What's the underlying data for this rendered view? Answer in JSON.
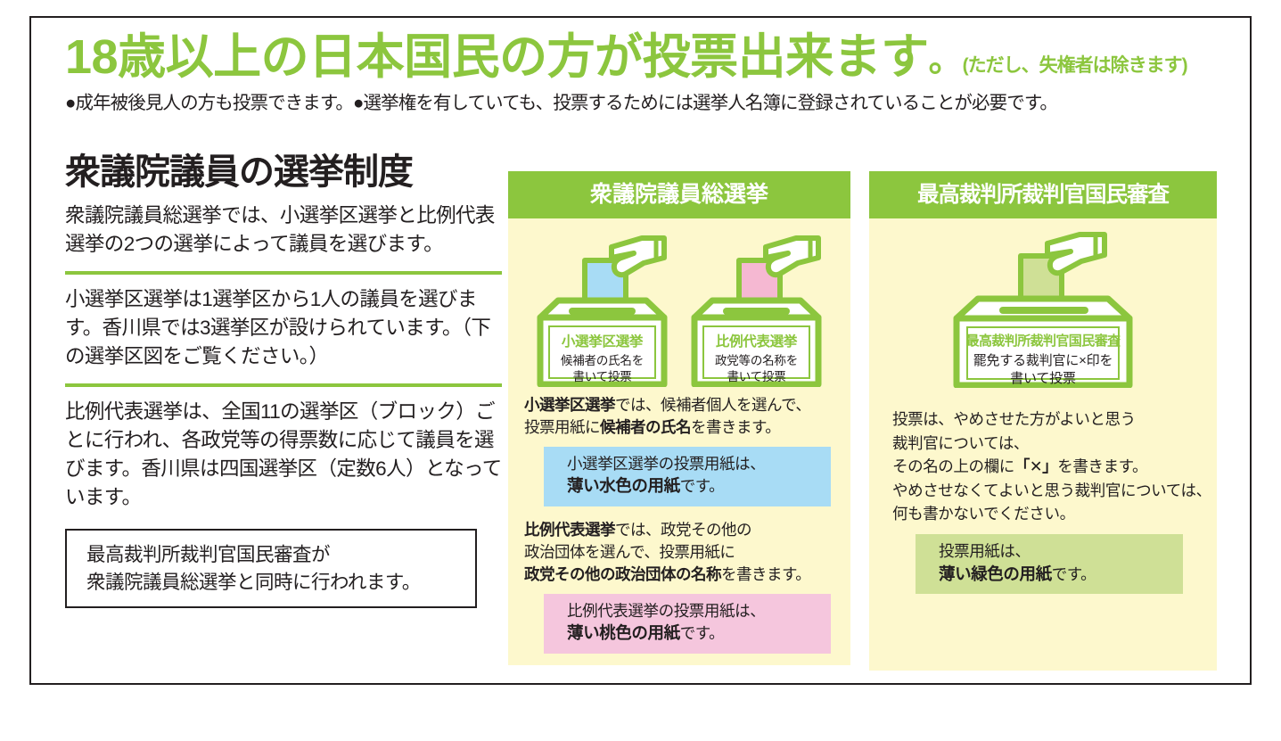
{
  "header": {
    "headline_main": "18歳以上の日本国民の方が投票出来ます",
    "headline_maru": "。",
    "headline_note": "(ただし、失権者は除きます)",
    "subline": "●成年被後見人の方も投票できます。●選挙権を有していても、投票するためには選挙人名簿に登録されていることが必要です。"
  },
  "left": {
    "title": "衆議院議員の選挙制度",
    "para1": "衆議院議員総選挙では、小選挙区選挙と比例代表選挙の2つの選挙によって議員を選びます。",
    "para2": "小選挙区選挙は1選挙区から1人の議員を選びます。香川県では3選挙区が設けられています。（下の選挙区図をご覧ください。）",
    "para3": "比例代表選挙は、全国11の選挙区（ブロック）ごとに行われ、各政党等の得票数に応じて議員を選びます。香川県は四国選挙区（定数6人）となっています。",
    "note_line1": "最高裁判所裁判官国民審査が",
    "note_line2": "衆議院議員総選挙と同時に行われます。"
  },
  "middle": {
    "heading": "衆議院議員総選挙",
    "box_left": {
      "title": "小選挙区選挙",
      "sub_line1": "候補者の氏名を",
      "sub_line2": "書いて投票",
      "ballot_color": "#a8dcf5"
    },
    "box_right": {
      "title": "比例代表選挙",
      "sub_line1": "政党等の名称を",
      "sub_line2": "書いて投票",
      "ballot_color": "#f5b8d2"
    },
    "para1_bold": "小選挙区選挙",
    "para1_rest": "では、候補者個人を選んで、",
    "para1_line2_a": "投票用紙に",
    "para1_line2_b": "候補者の氏名",
    "para1_line2_c": "を書きます。",
    "callout_blue_l1": "小選挙区選挙の投票用紙は、",
    "callout_blue_l2_bold": "薄い水色の用紙",
    "callout_blue_l2_rest": "です。",
    "para2_bold": "比例代表選挙",
    "para2_rest": "では、政党その他の",
    "para2_line2": "政治団体を選んで、投票用紙に",
    "para2_line3_bold": "政党その他の政治団体の名称",
    "para2_line3_rest": "を書きます。",
    "callout_pink_l1": "比例代表選挙の投票用紙は、",
    "callout_pink_l2_bold": "薄い桃色の用紙",
    "callout_pink_l2_rest": "です。"
  },
  "right": {
    "heading": "最高裁判所裁判官国民審査",
    "box": {
      "title": "最高裁判所裁判官国民審査",
      "sub_line1": "罷免する裁判官に×印を",
      "sub_line2": "書いて投票",
      "ballot_color": "#cfe096"
    },
    "text_l1": "投票は、やめさせた方がよいと思う",
    "text_l2": "裁判官については、",
    "text_l3_a": "その名の上の欄に",
    "text_l3_x": "「✕」",
    "text_l3_b": "を書きます。",
    "text_l4": "やめさせなくてよいと思う裁判官については、",
    "text_l5": "何も書かないでください。",
    "callout_green_l1": "投票用紙は、",
    "callout_green_l2_bold": "薄い緑色の用紙",
    "callout_green_l2_rest": "です。"
  },
  "colors": {
    "accent_green": "#8cc63e",
    "panel_bg": "#fdf8cd",
    "callout_blue": "#a8dcf5",
    "callout_pink": "#f5c6dd",
    "callout_green": "#cfe096",
    "ink": "#231f20"
  }
}
